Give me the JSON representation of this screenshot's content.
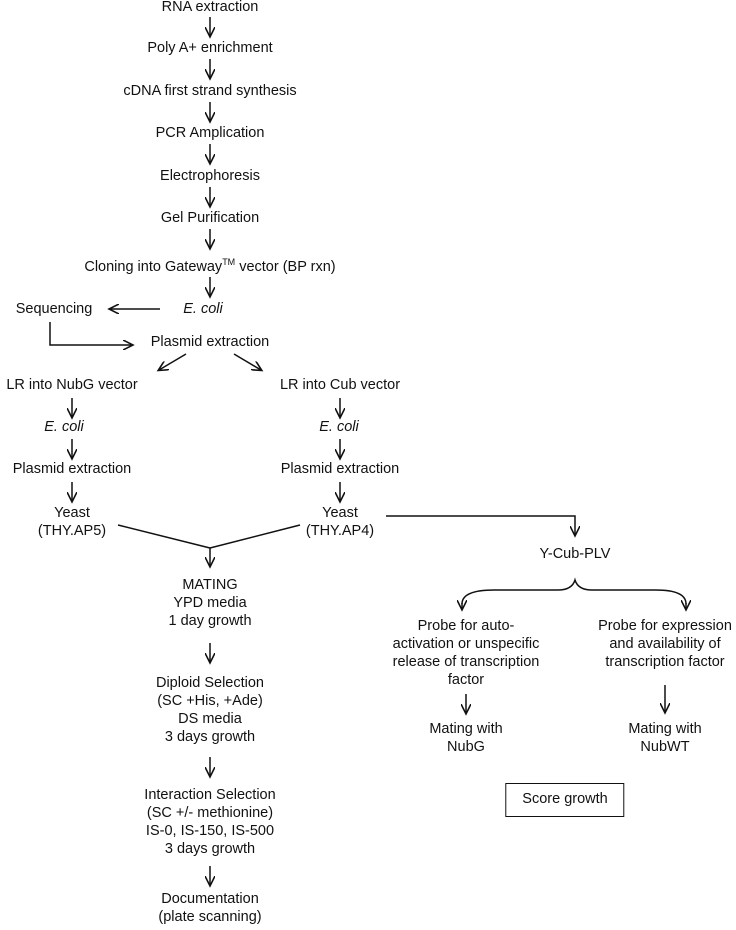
{
  "nodes": {
    "rna_extraction": "RNA extraction",
    "polya": "Poly A+ enrichment",
    "cdna": "cDNA first strand synthesis",
    "pcr": "PCR Amplication",
    "electrophoresis": "Electrophoresis",
    "gel": "Gel Purification",
    "cloning_pre": "Cloning into Gateway",
    "cloning_sup": "TM",
    "cloning_post": " vector (BP rxn)",
    "ecoli_1": "E. coli",
    "sequencing": "Sequencing",
    "plasmid_1": "Plasmid extraction",
    "lr_nubg": "LR into NubG vector",
    "lr_cub": "LR into Cub vector",
    "ecoli_left": "E. coli",
    "ecoli_right": "E. coli",
    "plasmid_left": "Plasmid extraction",
    "plasmid_right": "Plasmid extraction",
    "yeast_left": [
      "Yeast",
      "(THY.AP5)"
    ],
    "yeast_right": [
      "Yeast",
      "(THY.AP4)"
    ],
    "mating": [
      "MATING",
      "YPD media",
      "1 day growth"
    ],
    "diploid": [
      "Diploid Selection",
      "(SC +His, +Ade)",
      "DS media",
      "3 days growth"
    ],
    "interaction": [
      "Interaction Selection",
      "(SC +/- methionine)",
      "IS-0, IS-150, IS-500",
      "3 days growth"
    ],
    "documentation": [
      "Documentation",
      "(plate scanning)"
    ],
    "ycub": "Y-Cub-PLV",
    "probe_auto": [
      "Probe for auto-",
      "activation or unspecific",
      "release of transcription",
      "factor"
    ],
    "probe_expr": [
      "Probe for expression",
      "and availability of",
      "transcription factor"
    ],
    "mating_nubg": [
      "Mating with",
      "NubG"
    ],
    "mating_nubwt": [
      "Mating with",
      "NubWT"
    ],
    "score": "Score growth"
  }
}
